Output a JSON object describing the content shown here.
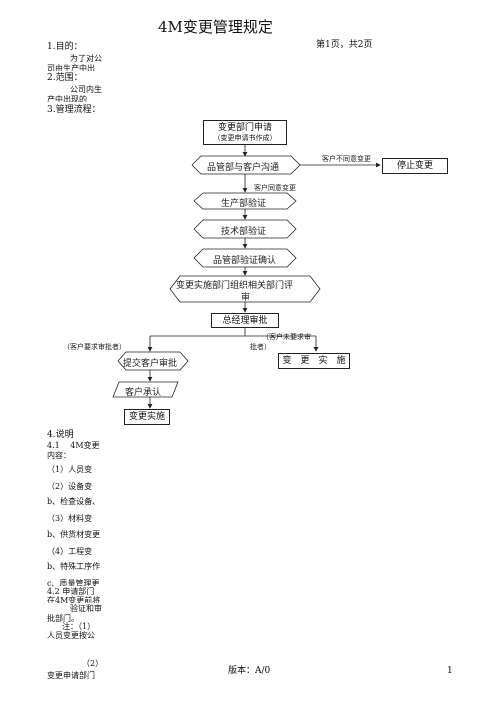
{
  "doc": {
    "title": "4M变更管理规定",
    "page_info": "第1页，共2页",
    "footer_version": "版本：A/0",
    "footer_page": "1"
  },
  "sections": {
    "s1_heading": "1.目的：",
    "s1_line1": "为了对公",
    "s1_line2": "司由生产中出",
    "s2_heading": "2.范围：",
    "s2_line1": "公司内生",
    "s2_line2": "产中出现的",
    "s3_heading": "3.管理流程："
  },
  "flow": {
    "apply_line1": "变更部门申请",
    "apply_line2": "（变更申请书作成）",
    "qa_customer": "品管部与客户沟通",
    "customer_disagree": "客户不同意变更",
    "stop_change": "停止变更",
    "customer_agree": "客户同意变更",
    "production_verify": "生产部验证",
    "tech_verify": "技术部验证",
    "qa_confirm": "品管部验证确认",
    "dept_review_line1": "变更实施部门组织相关部门评",
    "dept_review_line2": "审",
    "gm_approve": "总经理审批",
    "need_customer": "（客户要求审批者）",
    "no_need_line1": "（客户未要求审",
    "no_need_line2": "批者）",
    "submit_customer": "提交客户审批",
    "implement_right": "变　更　实　施",
    "customer_accept": "客户承认",
    "implement": "变更实施"
  },
  "notes": {
    "heading": "4.说明",
    "n41_a": "4.1　 4M变更",
    "n41_b": "内容：",
    "n1": "（1）人员变",
    "n2": "（2）设备变",
    "n2b": "b、检查设备、",
    "n3": "（3）材料变",
    "n3b": "b、供货材变更",
    "n4": "（4）工程变",
    "n4b": "b、特殊工序作",
    "n4c": "c、质量管理更",
    "n42_a": "4.2 申请部门",
    "n42_b": "在4M变更前将",
    "n42_c": "验证和审",
    "n42_d": "批部门。",
    "n42_e": "注：（1）",
    "n42_f": "人员变更按公",
    "n42_g": "（2）",
    "n42_h": "变更申请部门"
  }
}
